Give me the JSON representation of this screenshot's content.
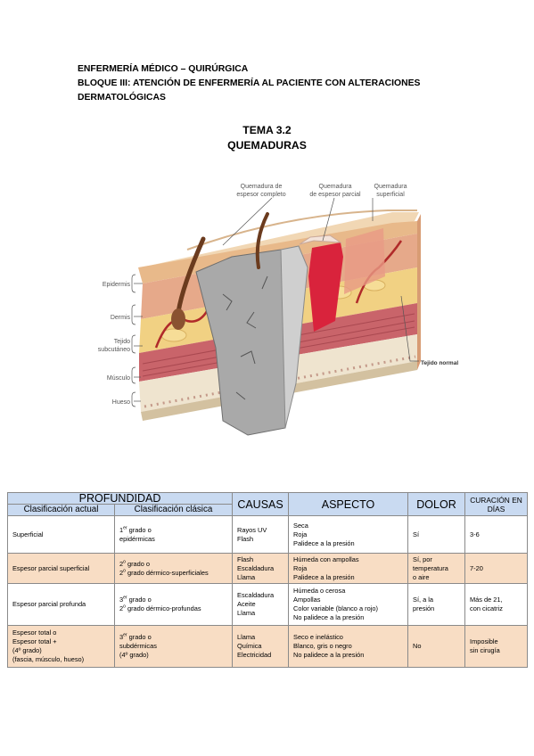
{
  "header": {
    "line1": "ENFERMERÍA MÉDICO – QUIRÚRGICA",
    "line2": "BLOQUE III: ATENCIÓN DE ENFERMERÍA AL PACIENTE CON ALTERACIONES",
    "line3": "DERMATOLÓGICAS"
  },
  "topic": {
    "number": "TEMA 3.2",
    "title": "QUEMADURAS"
  },
  "figure": {
    "labels": {
      "full": [
        "Quemadura de",
        "espesor completo"
      ],
      "partial": [
        "Quemadura",
        "de espesor parcial"
      ],
      "superficial": [
        "Quemadura",
        "superficial"
      ],
      "epidermis": "Epidermis",
      "dermis": "Dermis",
      "subcut": [
        "Tejido",
        "subcutáneo"
      ],
      "muscle": "Músculo",
      "bone": "Hueso",
      "normal": "Tejido normal"
    }
  },
  "table": {
    "header": {
      "profundidad": "PROFUNDIDAD",
      "causas": "CAUSAS",
      "aspecto": "ASPECTO",
      "dolor": "DOLOR",
      "curacion": [
        "CURACIÓN",
        "EN DÍAS"
      ],
      "actual": "Clasificación actual",
      "clasica": "Clasificación clásica"
    },
    "rows": [
      {
        "actual": [
          "Superficial"
        ],
        "clasica": [
          [
            "1",
            "er",
            " grado o"
          ],
          [
            "epidérmicas"
          ]
        ],
        "causas": [
          "Rayos UV",
          "Flash"
        ],
        "aspecto": [
          "Seca",
          "Roja",
          "Palidece a la presión"
        ],
        "dolor": [
          "Sí"
        ],
        "curacion": [
          "3-6"
        ]
      },
      {
        "actual": [
          "Espesor parcial superficial"
        ],
        "clasica": [
          [
            "2",
            "o",
            " grado o"
          ],
          [
            "2",
            "o",
            " grado dérmico-superficiales"
          ]
        ],
        "causas": [
          "Flash",
          "Escaldadura",
          "Llama"
        ],
        "aspecto": [
          "Húmeda con ampollas",
          "Roja",
          "Palidece a la presión"
        ],
        "dolor": [
          "Sí, por",
          "temperatura",
          "o aire"
        ],
        "curacion": [
          "7-20"
        ]
      },
      {
        "actual": [
          "Espesor parcial profunda"
        ],
        "clasica": [
          [
            "3",
            "er",
            " grado o"
          ],
          [
            "2",
            "o",
            " grado dérmico-profundas"
          ]
        ],
        "causas": [
          "Escaldadura",
          "Aceite",
          "Llama"
        ],
        "aspecto": [
          "Húmeda o cerosa",
          "Ampollas",
          "Color variable (blanco a rojo)",
          "No palidece a la presión"
        ],
        "dolor": [
          "Sí, a la",
          "presión"
        ],
        "curacion": [
          "Más de 21,",
          "con cicatriz"
        ]
      },
      {
        "actual": [
          "Espesor total o",
          "Espesor total +",
          "(4º grado)",
          "(fascia, músculo, hueso)"
        ],
        "clasica": [
          [
            "3",
            "er",
            " grado o"
          ],
          [
            "subdérmicas"
          ],
          [
            "(4º grado)"
          ]
        ],
        "causas": [
          "Llama",
          "Química",
          "Electricidad"
        ],
        "aspecto": [
          "Seco e inelástico",
          "Blanco, gris o negro",
          "No palidece a la presión"
        ],
        "dolor": [
          "No"
        ],
        "curacion": [
          "Imposible",
          "sin cirugía"
        ]
      }
    ]
  }
}
